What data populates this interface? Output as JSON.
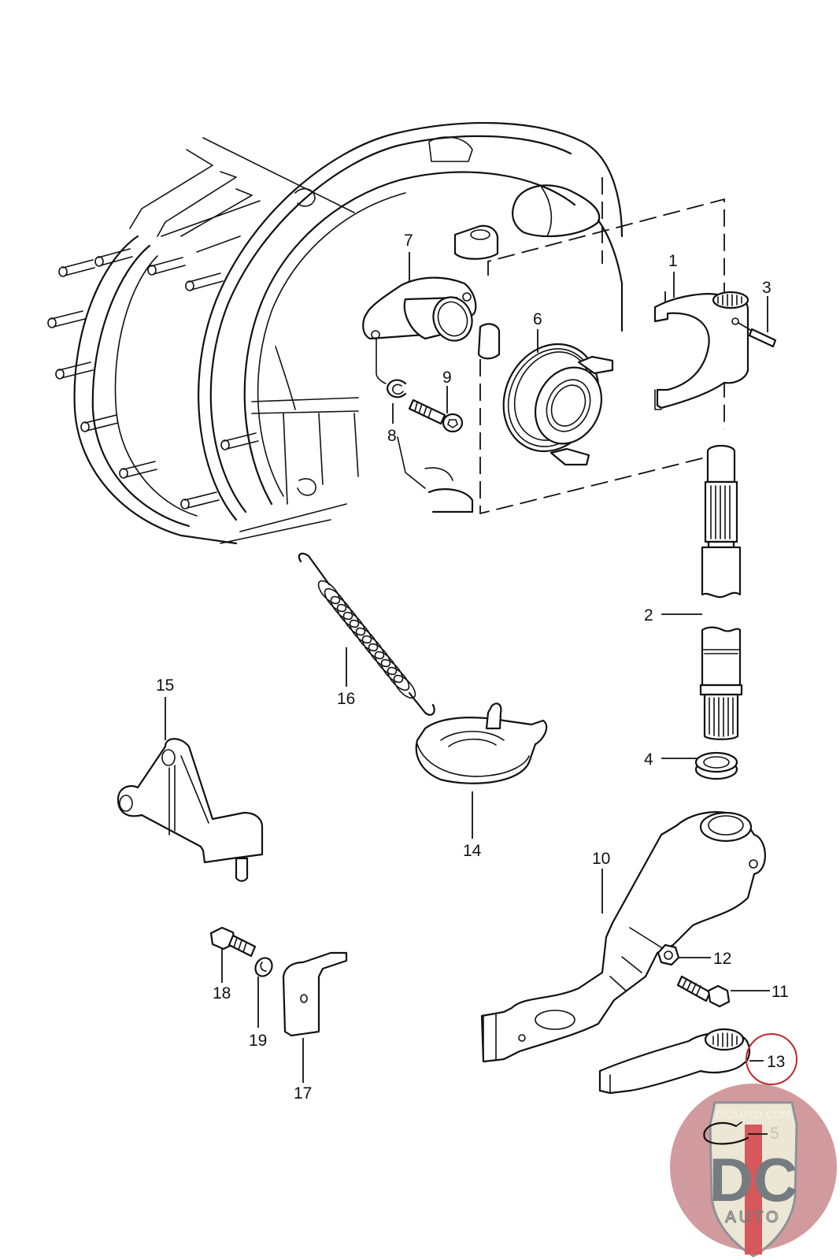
{
  "diagram": {
    "title": "",
    "subject": "Clutch release mechanism exploded parts view",
    "callouts": [
      {
        "id": "1",
        "label": "1",
        "part": "release fork"
      },
      {
        "id": "2",
        "label": "2",
        "part": "release shaft"
      },
      {
        "id": "3",
        "label": "3",
        "part": "pin"
      },
      {
        "id": "4",
        "label": "4",
        "part": "seal ring"
      },
      {
        "id": "5",
        "label": "5",
        "part": "circlip"
      },
      {
        "id": "6",
        "label": "6",
        "part": "release bearing"
      },
      {
        "id": "7",
        "label": "7",
        "part": "guide sleeve"
      },
      {
        "id": "8",
        "label": "8",
        "part": "lock washer"
      },
      {
        "id": "9",
        "label": "9",
        "part": "socket head bolt"
      },
      {
        "id": "10",
        "label": "10",
        "part": "release lever"
      },
      {
        "id": "11",
        "label": "11",
        "part": "hex bolt"
      },
      {
        "id": "12",
        "label": "12",
        "part": "hex nut"
      },
      {
        "id": "13",
        "label": "13",
        "part": "clutch lever",
        "highlighted": true
      },
      {
        "id": "14",
        "label": "14",
        "part": "spring retainer"
      },
      {
        "id": "15",
        "label": "15",
        "part": "bracket"
      },
      {
        "id": "16",
        "label": "16",
        "part": "tension spring"
      },
      {
        "id": "17",
        "label": "17",
        "part": "angle plate"
      },
      {
        "id": "18",
        "label": "18",
        "part": "hex bolt"
      },
      {
        "id": "19",
        "label": "19",
        "part": "washer"
      }
    ],
    "highlight_color": "#c0282d"
  },
  "watermark": {
    "top_text": "DCAUTO.COM",
    "logo_text": "DC",
    "bottom_text": "AUTO",
    "colors": {
      "circle": "#c98a8e",
      "shield": "#e9e2cd",
      "letters": "#5f656c",
      "stripe": "#cf3b3e"
    }
  }
}
